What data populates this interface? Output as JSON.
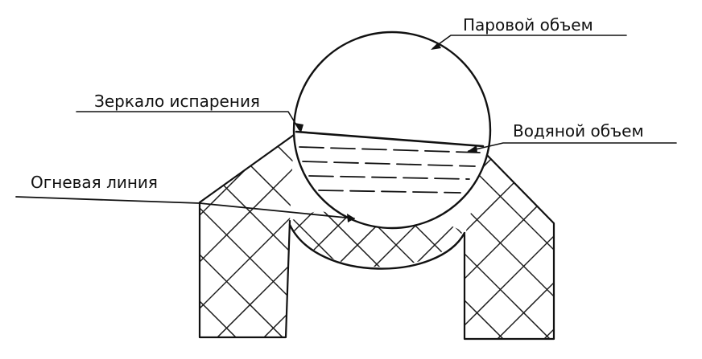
{
  "labels": {
    "steam_volume": "Паровой объем",
    "evaporation_mirror": "Зеркало испарения",
    "water_volume": "Водяной объем",
    "fire_line": "Огневая линия"
  },
  "colors": {
    "ink": "#111111",
    "paper": "#ffffff"
  }
}
